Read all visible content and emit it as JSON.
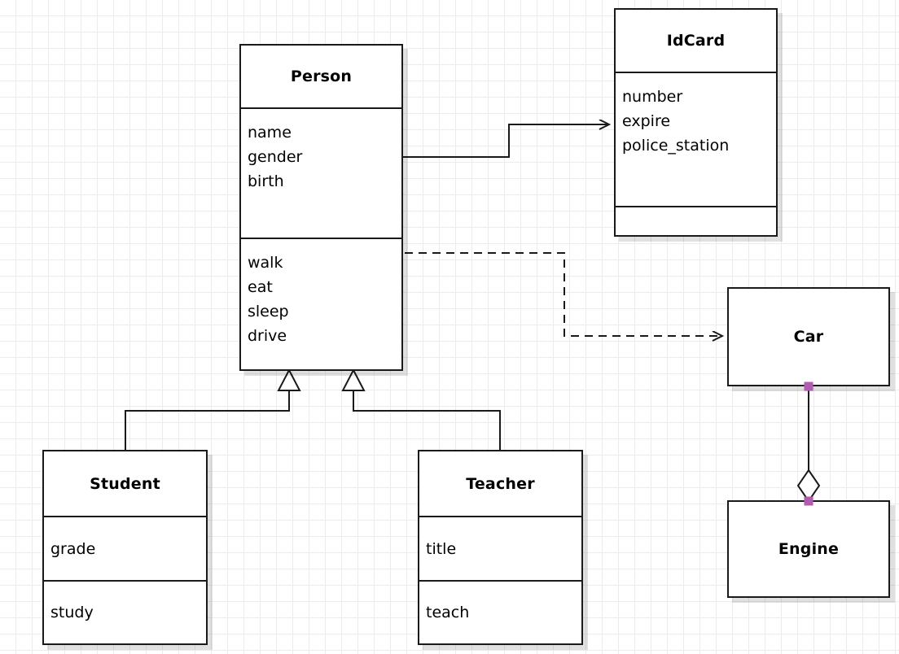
{
  "diagram": {
    "kind": "uml-class-diagram",
    "background": "#ffffff",
    "grid_color": "#ececec",
    "line_color": "#1a1a1a",
    "handle_color": "#b05cb0"
  },
  "classes": {
    "person": {
      "name": "Person",
      "attributes": [
        "name",
        "gender",
        "birth"
      ],
      "operations": [
        "walk",
        "eat",
        "sleep",
        "drive"
      ]
    },
    "idcard": {
      "name": "IdCard",
      "attributes": [
        "number",
        "expire",
        "police_station"
      ],
      "operations": []
    },
    "student": {
      "name": "Student",
      "attributes": [
        "grade"
      ],
      "operations": [
        "study"
      ]
    },
    "teacher": {
      "name": "Teacher",
      "attributes": [
        "title"
      ],
      "operations": [
        "teach"
      ]
    },
    "car": {
      "name": "Car",
      "attributes": [],
      "operations": []
    },
    "engine": {
      "name": "Engine",
      "attributes": [],
      "operations": []
    }
  },
  "relationships": [
    {
      "id": "person-idcard",
      "type": "association",
      "from": "Person",
      "to": "IdCard",
      "line": "solid",
      "arrow": "open"
    },
    {
      "id": "person-car",
      "type": "dependency",
      "from": "Person",
      "to": "Car",
      "line": "dashed",
      "arrow": "open"
    },
    {
      "id": "student-person",
      "type": "generalization",
      "from": "Student",
      "to": "Person",
      "line": "solid",
      "arrow": "hollow-triangle"
    },
    {
      "id": "teacher-person",
      "type": "generalization",
      "from": "Teacher",
      "to": "Person",
      "line": "solid",
      "arrow": "hollow-triangle"
    },
    {
      "id": "car-engine",
      "type": "aggregation",
      "from": "Car",
      "to": "Engine",
      "line": "solid",
      "arrow": "hollow-diamond",
      "selected": true
    }
  ]
}
